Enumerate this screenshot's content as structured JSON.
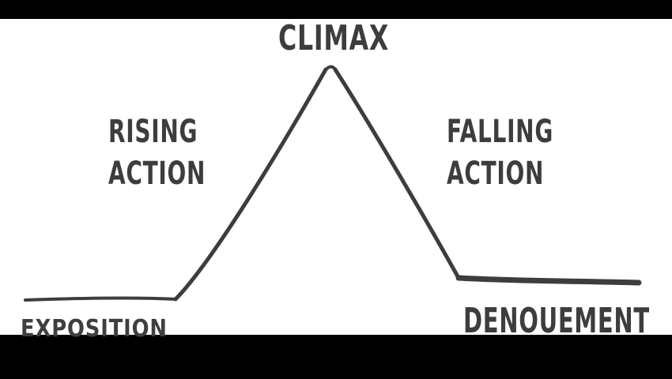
{
  "diagram": {
    "labels": {
      "climax": "CLIMAX",
      "rising_action": "RISING\nACTION",
      "falling_action": "FALLING\nACTION",
      "exposition": "EXPOSITION",
      "denouement": "DENOUEMENT"
    },
    "colors": {
      "ink": "#3d3d3d",
      "background": "#ffffff",
      "frame": "#000000"
    }
  }
}
